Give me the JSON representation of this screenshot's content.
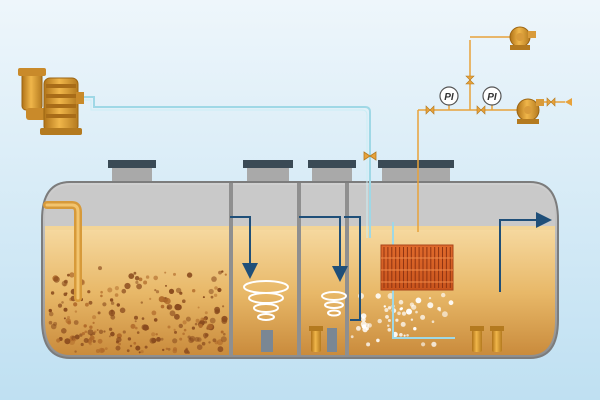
{
  "diagram": {
    "pressure_gauges": [
      {
        "label": "PI"
      },
      {
        "label": "PI"
      }
    ],
    "compartments": [
      "sedimentation-chamber",
      "anoxic-chamber",
      "buffer-chamber",
      "aerobic-chamber"
    ],
    "components": {
      "left_unit": "submersible-pump",
      "top_unit": "blower",
      "right_unit": "blower",
      "media": "biofilm-carrier-block"
    },
    "colors": {
      "background_top": "#e3f0f8",
      "background_bottom": "#bfe0f2",
      "tank_shell": "#b5b5b5",
      "liquid": "#e4b160",
      "equipment_orange": "#e8a23a",
      "air_pipe": "#9fd8e6",
      "flow_arrow": "#1f4f79",
      "media_block": "#d9612a"
    }
  }
}
